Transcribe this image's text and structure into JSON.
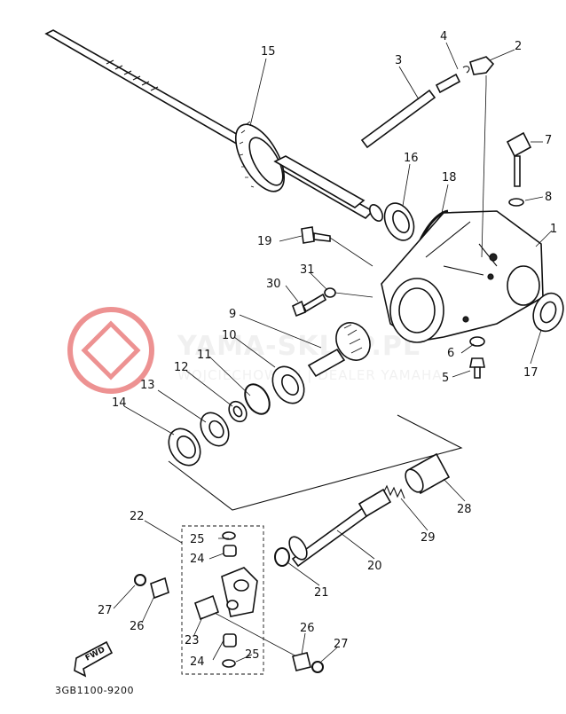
{
  "diagram_code": "3GB1100-9200",
  "fwd_label": "FWD",
  "watermark": {
    "main": "YAMA-SKLEP.PL",
    "sub": "WOJCIECHOWSKI | DEALER YAMAHA",
    "logo_color": "#e03a3a"
  },
  "callouts": [
    "1",
    "2",
    "3",
    "4",
    "5",
    "6",
    "7",
    "8",
    "9",
    "10",
    "11",
    "12",
    "13",
    "14",
    "15",
    "16",
    "17",
    "18",
    "19",
    "20",
    "21",
    "22",
    "23",
    "24",
    "24",
    "25",
    "25",
    "26",
    "26",
    "27",
    "27",
    "28",
    "29",
    "30",
    "31"
  ]
}
